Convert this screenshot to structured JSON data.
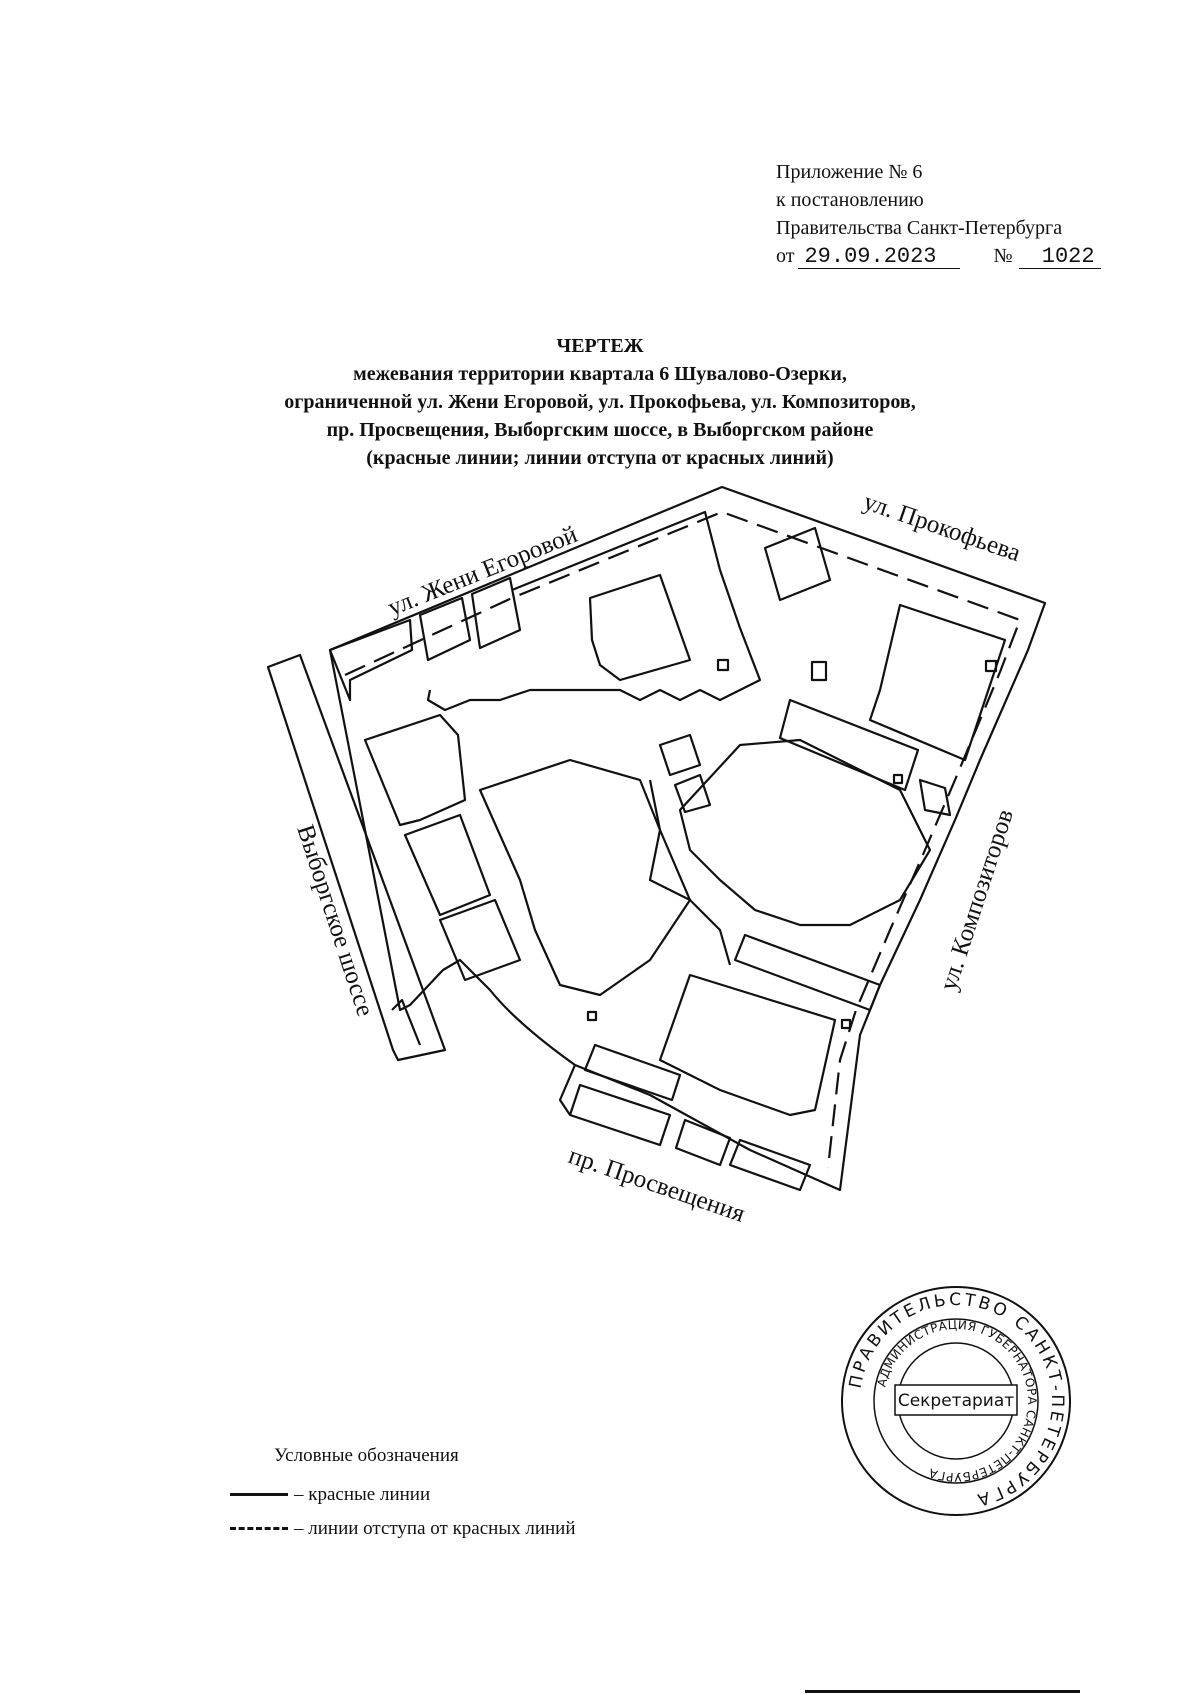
{
  "appendix": {
    "line1": "Приложение № 6",
    "line2": "к постановлению",
    "line3": "Правительства Санкт-Петербурга",
    "date_prefix": "от",
    "date": "29.09.2023",
    "number_prefix": "№",
    "number": "1022"
  },
  "title": {
    "heading": "ЧЕРТЕЖ",
    "line1": "межевания территории квартала 6  Шувалово-Озерки,",
    "line2": "ограниченной ул. Жени Егоровой, ул. Прокофьева, ул. Композиторов,",
    "line3": "пр. Просвещения, Выборгским шоссе, в Выборгском районе",
    "line4": "(красные линии; линии отступа от красных линий)"
  },
  "streets": {
    "zheni_egorovoy": "ул. Жени Егоровой",
    "prokofieva": "ул. Прокофьева",
    "kompozitorov": "ул. Композиторов",
    "prosvescheniya": "пр. Просвещения",
    "vyborgskoe": "Выборгское шоссе"
  },
  "legend": {
    "title": "Условные обозначения",
    "red_lines": "– красные линии",
    "setback_lines": "– линии отступа от красных линий"
  },
  "stamp": {
    "outer_text": "ПРАВИТЕЛЬСТВО САНКТ-ПЕТЕРБУРГА",
    "inner_text": "АДМИНИСТРАЦИЯ ГУБЕРНАТОРА САНКТ-ПЕТЕРБУРГА",
    "center_text": "Секретариат"
  }
}
